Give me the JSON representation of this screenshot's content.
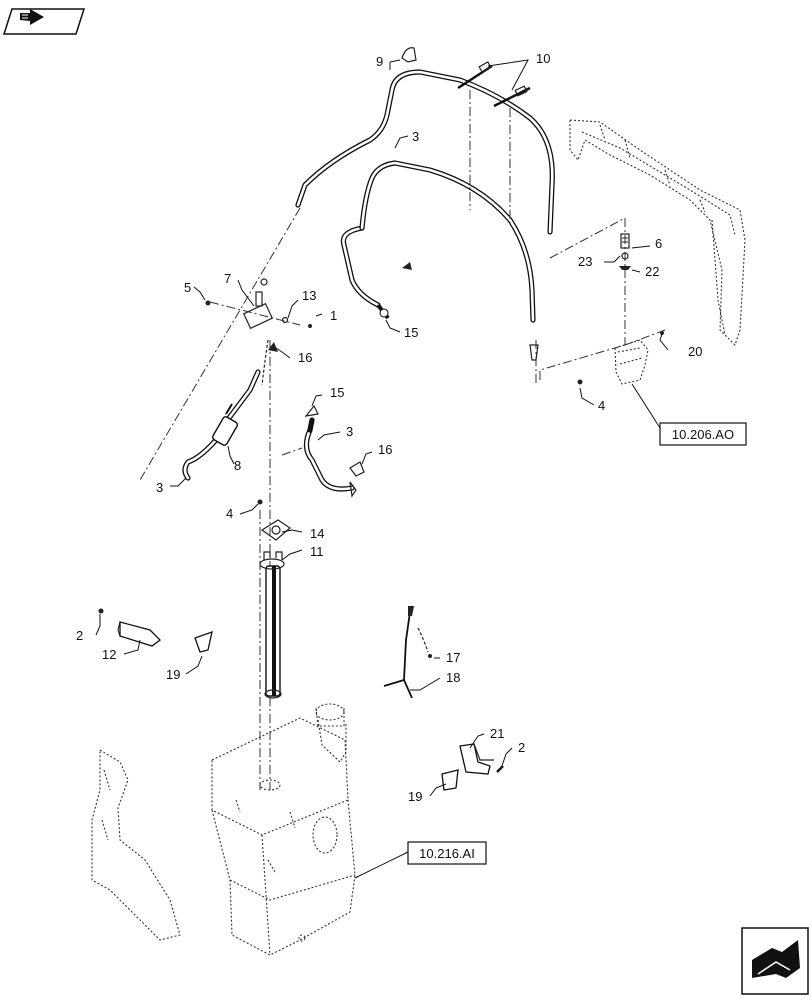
{
  "callouts": [
    {
      "id": "c9",
      "label": "9"
    },
    {
      "id": "c10",
      "label": "10"
    },
    {
      "id": "c3a",
      "label": "3"
    },
    {
      "id": "c6",
      "label": "6"
    },
    {
      "id": "c23",
      "label": "23"
    },
    {
      "id": "c22",
      "label": "22"
    },
    {
      "id": "c7",
      "label": "7"
    },
    {
      "id": "c5",
      "label": "5"
    },
    {
      "id": "c13",
      "label": "13"
    },
    {
      "id": "c1",
      "label": "1"
    },
    {
      "id": "c15a",
      "label": "15"
    },
    {
      "id": "c16a",
      "label": "16"
    },
    {
      "id": "c20",
      "label": "20"
    },
    {
      "id": "c4a",
      "label": "4"
    },
    {
      "id": "c15b",
      "label": "15"
    },
    {
      "id": "c3b",
      "label": "3"
    },
    {
      "id": "c16b",
      "label": "16"
    },
    {
      "id": "c8",
      "label": "8"
    },
    {
      "id": "c3c",
      "label": "3"
    },
    {
      "id": "c4b",
      "label": "4"
    },
    {
      "id": "c14",
      "label": "14"
    },
    {
      "id": "c11",
      "label": "11"
    },
    {
      "id": "c2a",
      "label": "2"
    },
    {
      "id": "c12",
      "label": "12"
    },
    {
      "id": "c19a",
      "label": "19"
    },
    {
      "id": "c17",
      "label": "17"
    },
    {
      "id": "c18",
      "label": "18"
    },
    {
      "id": "c21",
      "label": "21"
    },
    {
      "id": "c2b",
      "label": "2"
    },
    {
      "id": "c19b",
      "label": "19"
    }
  ],
  "references": {
    "filter_ref": "10.206.AO",
    "tank_ref": "10.216.AI"
  },
  "icons": {
    "top_left": "previous-page-arrow-icon",
    "bottom_right": "next-page-arrow-icon"
  }
}
